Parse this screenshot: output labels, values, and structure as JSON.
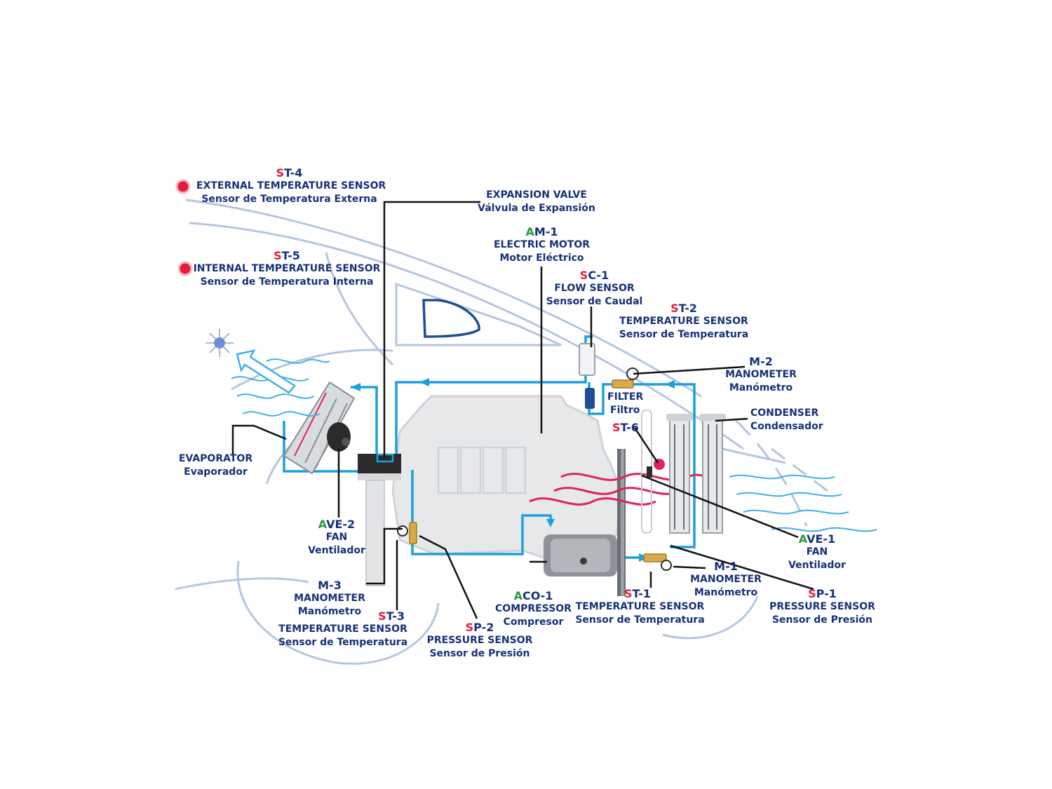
{
  "colors": {
    "pipe": "#1aa1dc",
    "outline": "#b6c6de",
    "label": "#16317a",
    "sensor_prefix": "#e01e3c",
    "actuator_prefix": "#2a9a3a",
    "heat_wave": "#e0245a",
    "cold_wave": "#3fb1e3",
    "engine_fill": "#e6e8ea"
  },
  "components": {
    "st4": {
      "prefix": "S",
      "suffix": "T-4",
      "en": "EXTERNAL TEMPERATURE SENSOR",
      "es": "Sensor de Temperatura Externa"
    },
    "st5": {
      "prefix": "S",
      "suffix": "T-5",
      "en": "INTERNAL TEMPERATURE SENSOR",
      "es": "Sensor de Temperatura Interna"
    },
    "expansion_valve": {
      "en": "EXPANSION VALVE",
      "es": "Válvula de Expansión"
    },
    "am1": {
      "prefix": "A",
      "suffix": "M-1",
      "en": "ELECTRIC MOTOR",
      "es": "Motor Eléctrico"
    },
    "sc1": {
      "prefix": "S",
      "suffix": "C-1",
      "en": "FLOW SENSOR",
      "es": "Sensor de Caudal"
    },
    "st2": {
      "prefix": "S",
      "suffix": "T-2",
      "en": "TEMPERATURE SENSOR",
      "es": "Sensor de Temperatura"
    },
    "m2": {
      "code": "M-2",
      "en": "MANOMETER",
      "es": "Manómetro"
    },
    "filter": {
      "en": "FILTER",
      "es": "Filtro"
    },
    "condenser": {
      "en": "CONDENSER",
      "es": "Condensador"
    },
    "st6": {
      "prefix": "S",
      "suffix": "T-6"
    },
    "evaporator": {
      "en": "EVAPORATOR",
      "es": "Evaporador"
    },
    "ave2": {
      "prefix": "A",
      "suffix": "VE-2",
      "en": "FAN",
      "es": "Ventilador"
    },
    "ave1": {
      "prefix": "A",
      "suffix": "VE-1",
      "en": "FAN",
      "es": "Ventilador"
    },
    "m3": {
      "code": "M-3",
      "en": "MANOMETER",
      "es": "Manómetro"
    },
    "st3": {
      "prefix": "S",
      "suffix": "T-3",
      "en": "TEMPERATURE SENSOR",
      "es": "Sensor de Temperatura"
    },
    "sp2": {
      "prefix": "S",
      "suffix": "P-2",
      "en": "PRESSURE SENSOR",
      "es": "Sensor de Presión"
    },
    "aco1": {
      "prefix": "A",
      "suffix": "CO-1",
      "en": "COMPRESSOR",
      "es": "Compresor"
    },
    "st1": {
      "prefix": "S",
      "suffix": "T-1",
      "en": "TEMPERATURE SENSOR",
      "es": "Sensor de Temperatura"
    },
    "m1": {
      "code": "M-1",
      "en": "MANOMETER",
      "es": "Manómetro"
    },
    "sp1": {
      "prefix": "S",
      "suffix": "P-1",
      "en": "PRESSURE SENSOR",
      "es": "Sensor de Presión"
    }
  }
}
